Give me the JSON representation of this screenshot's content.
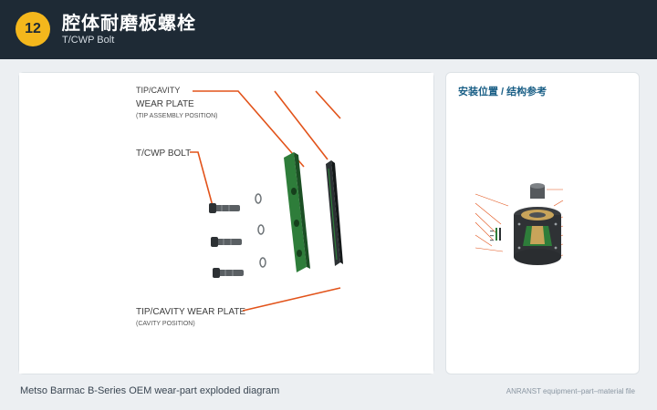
{
  "header": {
    "badge": "12",
    "title": "腔体耐磨板螺栓",
    "subtitle": "T/CWP Bolt"
  },
  "main": {
    "label_top_partial": "TIP/CAVITY",
    "label_wear_plate": "WEAR PLATE",
    "label_tip_position": "(TIP ASSEMBLY POSITION)",
    "label_bolt": "T/CWP BOLT",
    "label_cavity_plate": "TIP/CAVITY WEAR PLATE",
    "label_cavity_position": "(CAVITY POSITION)"
  },
  "side": {
    "title": "安装位置 / 结构参考"
  },
  "footer": {
    "caption": "Metso Barmac B-Series OEM wear-part exploded diagram",
    "note": "ANRANST equipment–part–material file"
  },
  "colors": {
    "header_bg": "#1e2a35",
    "badge": "#f4b71c",
    "accent_blue": "#1a5f86",
    "plate_green": "#2e7d3a",
    "leader_orange": "#e2531a"
  }
}
